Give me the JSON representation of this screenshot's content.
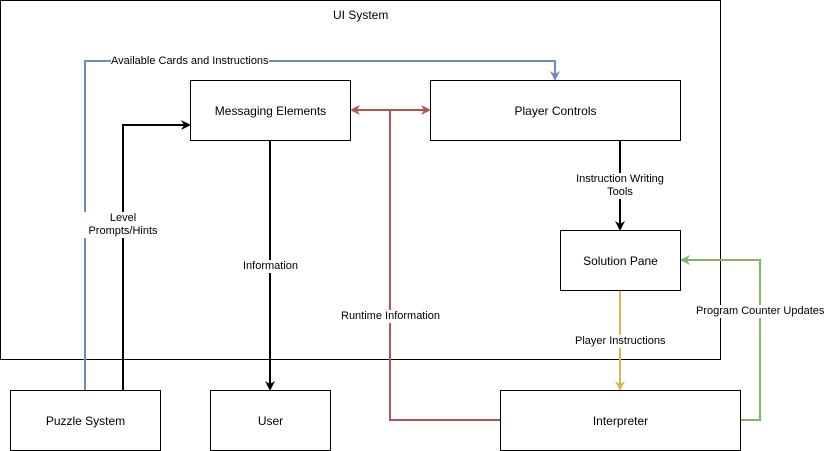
{
  "container": {
    "title": "UI System"
  },
  "nodes": {
    "messaging": "Messaging Elements",
    "player_controls": "Player Controls",
    "solution_pane": "Solution Pane",
    "puzzle_system": "Puzzle System",
    "user": "User",
    "interpreter": "Interpreter"
  },
  "edges": {
    "available_cards": "Available Cards and Instructions",
    "level_prompts_line1": "Level",
    "level_prompts_line2": "Prompts/Hints",
    "information": "Information",
    "instruction_tools_line1": "Instruction Writing",
    "instruction_tools_line2": "Tools",
    "runtime_information": "Runtime Information",
    "player_instructions": "Player Instructions",
    "program_counter_updates": "Program Counter Updates"
  },
  "colors": {
    "blue": "#6c8ebf",
    "red": "#b85450",
    "yellow": "#d6b656",
    "green": "#82b366",
    "black": "#000000"
  }
}
